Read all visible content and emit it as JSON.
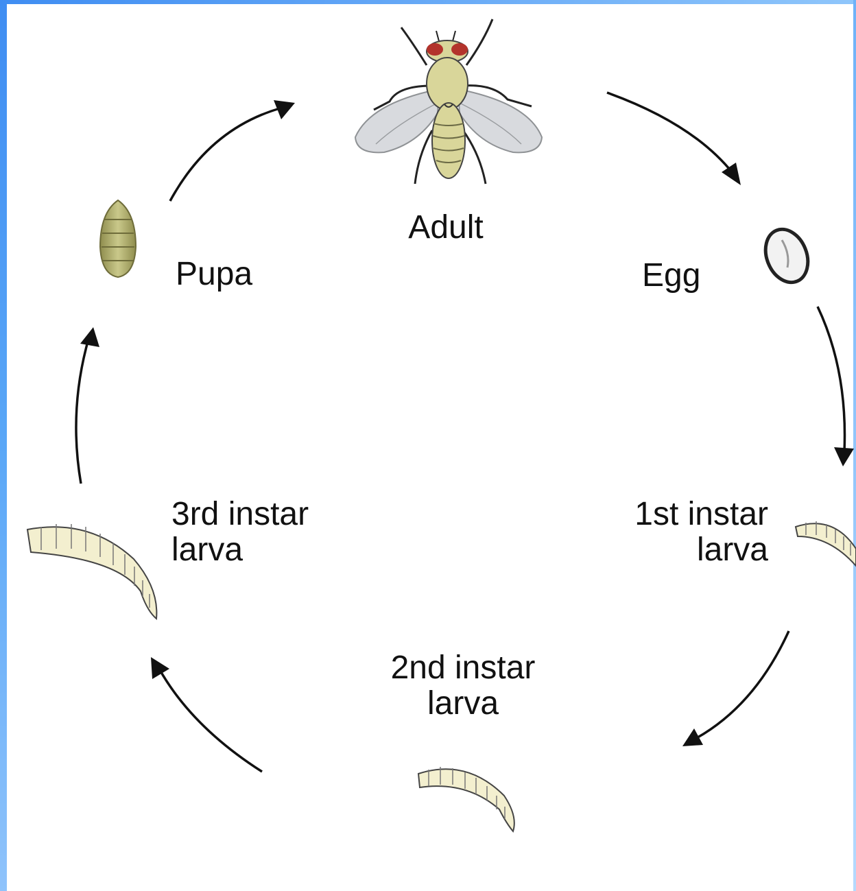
{
  "stages": {
    "adult": "Adult",
    "egg": "Egg",
    "first_instar": [
      "1st instar",
      "larva"
    ],
    "second_instar": [
      "2nd instar",
      "larva"
    ],
    "third_instar": [
      "3rd instar",
      "larva"
    ],
    "pupa": "Pupa"
  },
  "colors": {
    "frame": "#4d9bf5",
    "larva_body": "#f3efcf",
    "pupa_body": "#b9b879",
    "fly_body": "#d9d69a",
    "fly_eyes": "#b3332c",
    "wing": "#d5d8dc",
    "arrow": "#111111"
  }
}
